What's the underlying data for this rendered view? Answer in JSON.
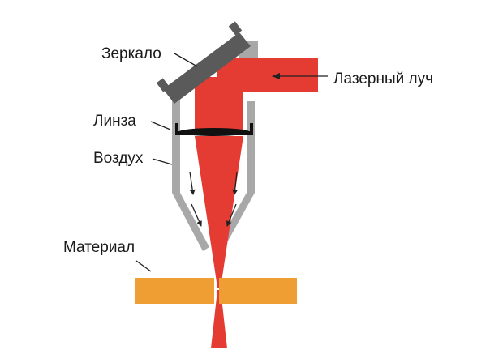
{
  "labels": {
    "mirror": "Зеркало",
    "laser_beam": "Лазерный луч",
    "lens": "Линза",
    "air": "Воздух",
    "material": "Материал"
  },
  "colors": {
    "beam": "#e43b33",
    "housing": "#a8a8a8",
    "mirror": "#5a5a5a",
    "lens": "#111111",
    "material": "#ef9e33",
    "leader": "#222222",
    "background": "#ffffff"
  },
  "icons": {
    "arrow": "arrow-icon"
  }
}
